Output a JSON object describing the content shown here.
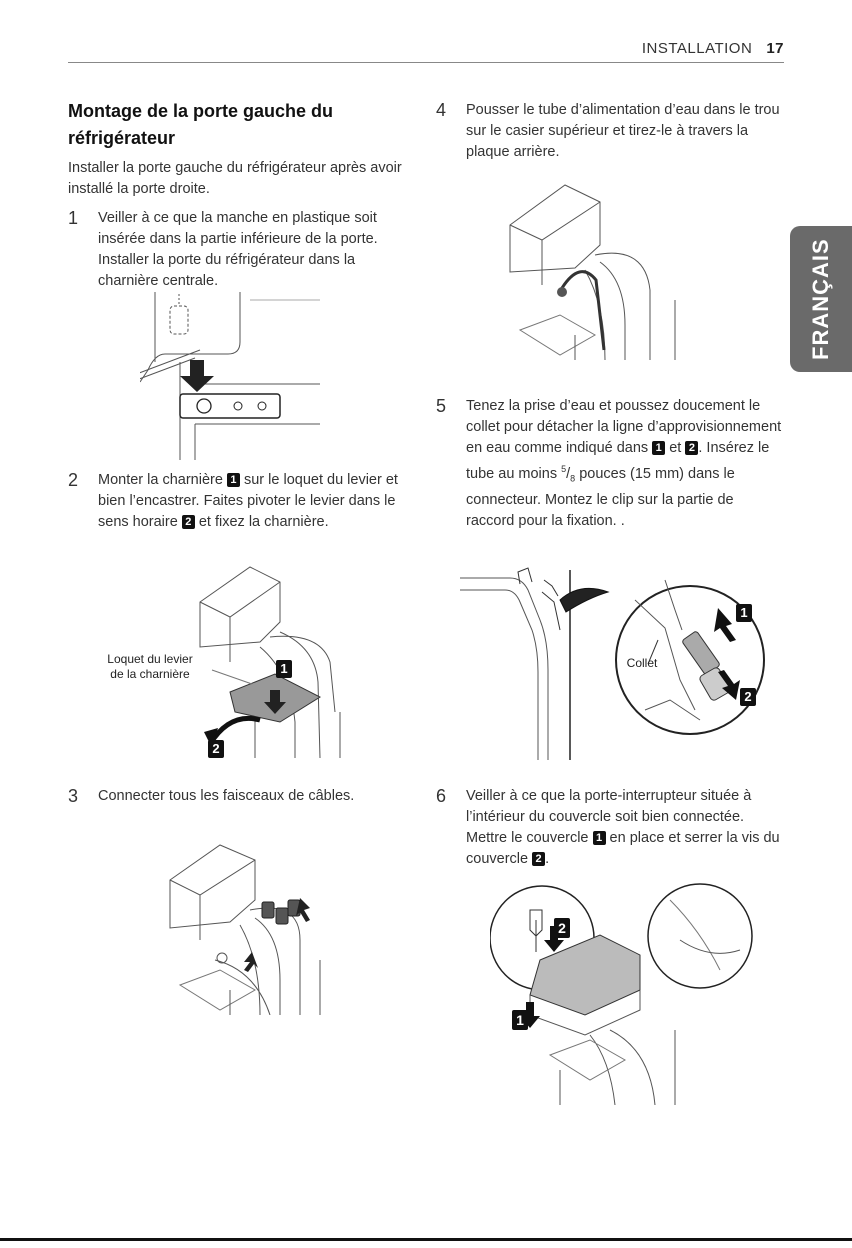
{
  "header": {
    "section": "INSTALLATION",
    "page": "17"
  },
  "lang_tab": "FRANÇAIS",
  "title": "Montage de la porte gauche du réfrigérateur",
  "intro": "Installer la porte gauche du réfrigérateur après avoir installé la porte droite.",
  "steps": [
    {
      "num": "1",
      "text": "Veiller à ce que la manche en plastique soit insérée dans la partie inférieure de la porte. Installer la porte du réfrigérateur dans la charnière centrale."
    },
    {
      "num": "2",
      "text_a": "Monter la charnière ",
      "badge_1": "1",
      "text_b": " sur le loquet du levier et bien l’encastrer. Faites pivoter le levier dans le sens horaire ",
      "badge_2": "2",
      "text_c": " et fixez la charnière."
    },
    {
      "num": "3",
      "text": "Connecter tous les faisceaux de câbles."
    },
    {
      "num": "4",
      "text": "Pousser le tube d’alimentation d’eau dans le trou sur le casier supérieur et tirez-le à travers la plaque arrière."
    },
    {
      "num": "5",
      "text_a": "Tenez la prise d’eau et poussez doucement le collet pour détacher la ligne d’approvisionnement en eau comme indiqué dans ",
      "badge_1": "1",
      "text_b": " et ",
      "badge_2": "2",
      "text_c": ". Insérez le tube au moins ",
      "frac_num": "5",
      "frac_sep": "/",
      "frac_den": "8",
      "text_d": " pouces (15 mm) dans le connecteur. Montez le clip sur la partie de raccord pour la fixation.  ."
    },
    {
      "num": "6",
      "text_a": "Veiller à ce que la porte-interrupteur située à l’intérieur du couvercle soit bien connectée. Mettre le couvercle ",
      "badge_1": "1",
      "text_b": " en place et serrer la vis du couvercle ",
      "badge_2": "2",
      "text_c": "."
    }
  ],
  "figures": {
    "fig2": {
      "label_line1": "Loquet du levier",
      "label_line2": "de la charnière",
      "callout_1": "1",
      "callout_2": "2"
    },
    "fig5": {
      "label": "Collet",
      "callout_1": "1",
      "callout_2": "2"
    },
    "fig6": {
      "callout_1": "1",
      "callout_2": "2"
    }
  }
}
